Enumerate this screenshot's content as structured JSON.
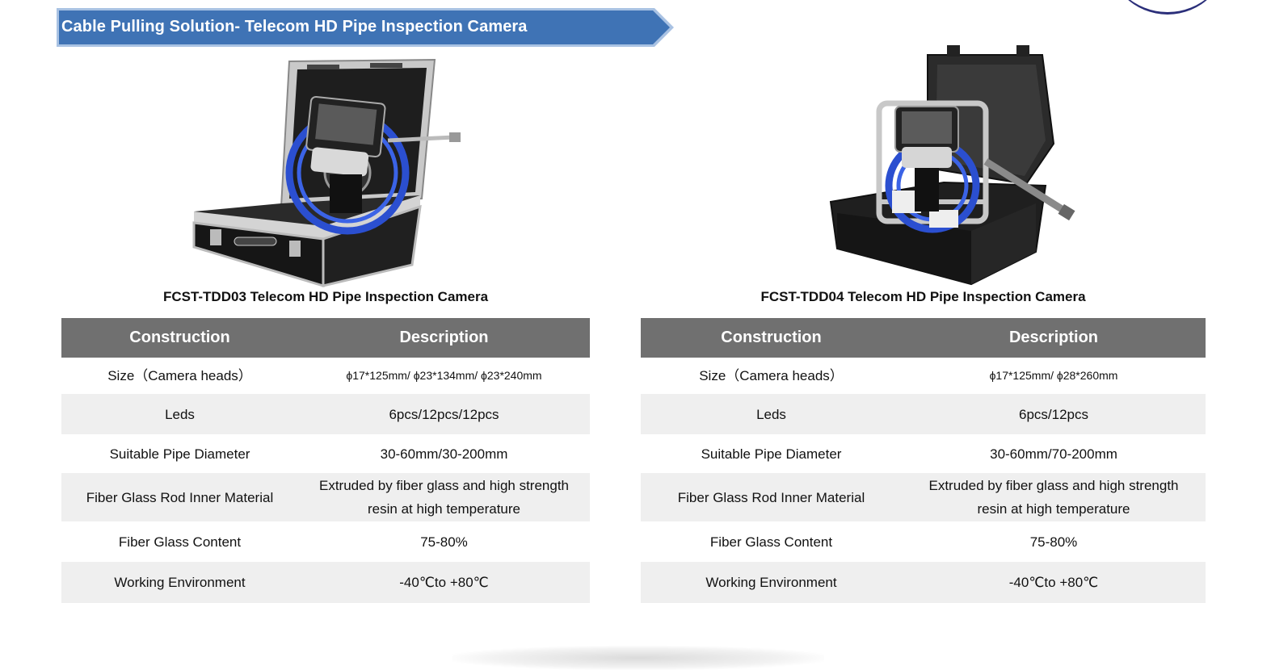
{
  "banner": {
    "title": "Cable Pulling Solution- Telecom HD Pipe Inspection Camera"
  },
  "colors": {
    "banner": "#3f73b5",
    "banner_border": "#a9c2e3",
    "table_header": "#707070",
    "row_alt": "#efefef"
  },
  "products": [
    {
      "caption": "FCST-TDD03 Telecom HD Pipe Inspection Camera",
      "header": {
        "construction": "Construction",
        "description": "Description"
      },
      "rows": [
        {
          "construction": "Size（Camera heads）",
          "description": "ϕ17*125mm/ ϕ23*134mm/ ϕ23*240mm"
        },
        {
          "construction": "Leds",
          "description": "6pcs/12pcs/12pcs"
        },
        {
          "construction": "Suitable Pipe Diameter",
          "description": "30-60mm/30-200mm"
        },
        {
          "construction": "Fiber Glass Rod Inner Material",
          "description_line1": "Extruded by fiber glass and high strength",
          "description_line2": "resin at high temperature"
        },
        {
          "construction": "Fiber Glass Content",
          "description": "75-80%"
        },
        {
          "construction": "Working Environment",
          "description": "-40℃to +80℃"
        }
      ]
    },
    {
      "caption": "FCST-TDD04 Telecom HD Pipe Inspection Camera",
      "header": {
        "construction": "Construction",
        "description": "Description"
      },
      "rows": [
        {
          "construction": "Size（Camera heads）",
          "description": "ϕ17*125mm/ ϕ28*260mm"
        },
        {
          "construction": "Leds",
          "description": "6pcs/12pcs"
        },
        {
          "construction": "Suitable Pipe Diameter",
          "description": "30-60mm/70-200mm"
        },
        {
          "construction": "Fiber Glass Rod Inner Material",
          "description_line1": "Extruded by fiber glass and high strength",
          "description_line2": "resin at high temperature"
        },
        {
          "construction": "Fiber Glass Content",
          "description": "75-80%"
        },
        {
          "construction": "Working Environment",
          "description": "-40℃to +80℃"
        }
      ]
    }
  ]
}
